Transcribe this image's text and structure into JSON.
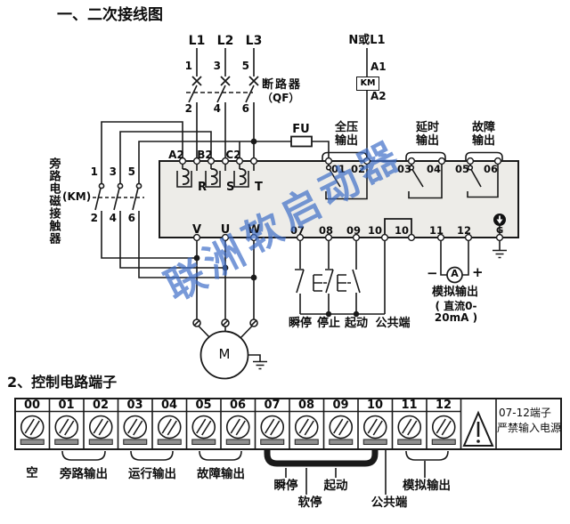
{
  "top": {
    "title": "一、二次接线图",
    "phase_labels": [
      "L1",
      "L2",
      "L3"
    ],
    "breaker_terms_top": [
      "1",
      "3",
      "5"
    ],
    "breaker_terms_bottom": [
      "2",
      "4",
      "6"
    ],
    "breaker_name": "断路器",
    "breaker_ref": "（QF）",
    "neutral_label": "N或L1",
    "coil_a1": "A1",
    "coil_name": "KM",
    "coil_a2": "A2",
    "fuse": "FU",
    "contactor_name": "旁路电磁接触器",
    "contactor_ref": "(KM)",
    "contactor_terms_top": [
      "1",
      "3",
      "5"
    ],
    "contactor_terms_bottom": [
      "2",
      "4",
      "6"
    ],
    "bypass_terms": [
      "A2",
      "B2",
      "C2"
    ],
    "phase_in": [
      "R",
      "S",
      "T"
    ],
    "out_groups": [
      "全压\n输出",
      "延时\n输出",
      "故障\n输出"
    ],
    "relay_terms": [
      "01",
      "02",
      "03",
      "04",
      "05",
      "06"
    ],
    "motor_terms": [
      "V",
      "U",
      "W"
    ],
    "ctrl_terms": [
      "07",
      "08",
      "09",
      "10",
      "10",
      "11",
      "12"
    ],
    "gnd_term": "G",
    "btn_labels": [
      "瞬停",
      "停止",
      "起动"
    ],
    "common": "公共端",
    "minus": "−",
    "plus": "+",
    "meter": "A",
    "analog_label": "模拟输出",
    "analog_range": "( 直流0-20mA )",
    "motor": "M"
  },
  "strip": {
    "title": "2、控制电路端子",
    "terms": [
      "00",
      "01",
      "02",
      "03",
      "04",
      "05",
      "06",
      "07",
      "08",
      "09",
      "10",
      "11",
      "12"
    ],
    "lbl_empty": "空",
    "lbl_bypass": "旁路输出",
    "lbl_run": "运行输出",
    "lbl_fault": "故障输出",
    "lbl_istop": "瞬停",
    "lbl_sstop": "软停",
    "lbl_start": "起动",
    "lbl_common": "公共端",
    "lbl_analog": "模拟输出",
    "warn1": "07-12端子",
    "warn2": "严禁输入电源"
  },
  "watermark": {
    "text": "联洲软启动器",
    "chars": [
      "联",
      "洲",
      "软",
      "启",
      "动",
      "器"
    ],
    "color": "#3f6fc8"
  }
}
